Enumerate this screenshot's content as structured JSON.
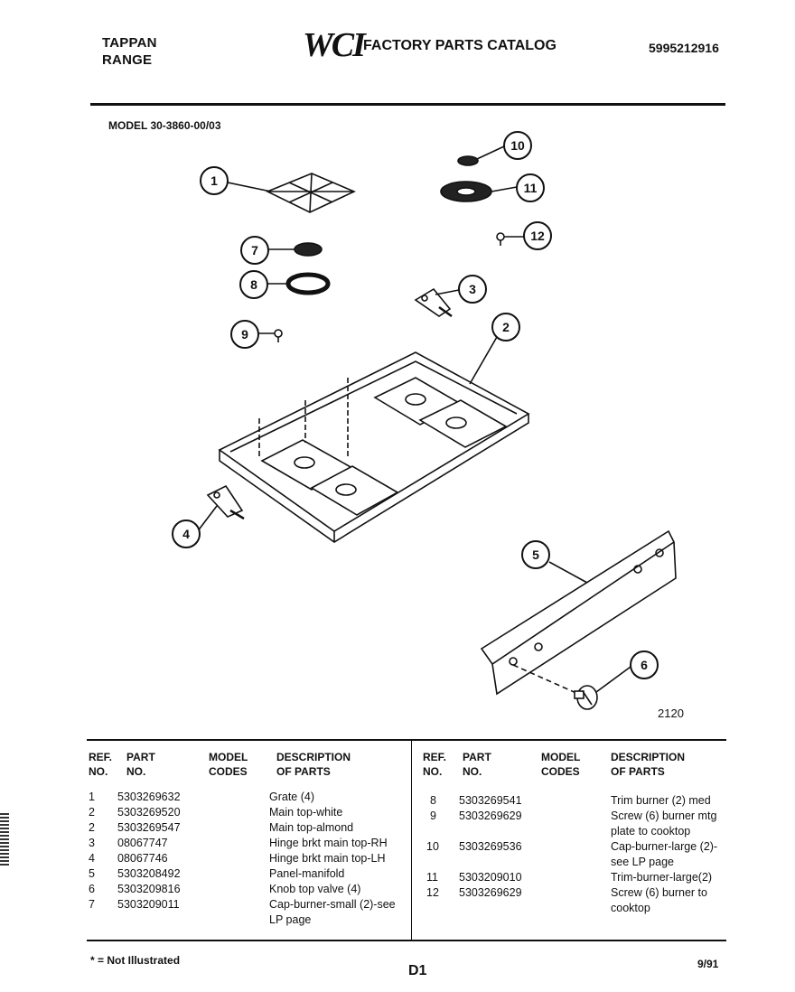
{
  "header": {
    "brand_line1": "TAPPAN",
    "brand_line2": "RANGE",
    "logo": "WCI",
    "catalog_title": "FACTORY PARTS CATALOG",
    "catalog_number": "5995212916"
  },
  "model": "MODEL 30-3860-00/03",
  "diagram": {
    "figure_number": "2120",
    "callouts": [
      "1",
      "2",
      "3",
      "4",
      "5",
      "6",
      "7",
      "8",
      "9",
      "10",
      "11",
      "12"
    ]
  },
  "table": {
    "headers": {
      "ref": "REF.\nNO.",
      "part": "PART\nNO.",
      "model_codes": "MODEL\nCODES",
      "description": "DESCRIPTION\nOF PARTS"
    },
    "left_rows": [
      {
        "ref": "1",
        "part": "5303269632",
        "desc": "Grate (4)"
      },
      {
        "ref": "2",
        "part": "5303269520",
        "desc": "Main top-white"
      },
      {
        "ref": "2",
        "part": "5303269547",
        "desc": "Main top-almond"
      },
      {
        "ref": "3",
        "part": "08067747",
        "desc": "Hinge brkt main top-RH"
      },
      {
        "ref": "4",
        "part": "08067746",
        "desc": "Hinge brkt main top-LH"
      },
      {
        "ref": "5",
        "part": "5303208492",
        "desc": "Panel-manifold"
      },
      {
        "ref": "6",
        "part": "5303209816",
        "desc": "Knob top valve (4)"
      },
      {
        "ref": "7",
        "part": "5303209011",
        "desc": "Cap-burner-small (2)-see LP page"
      }
    ],
    "right_rows": [
      {
        "ref": "8",
        "part": "5303269541",
        "desc": "Trim burner (2) med"
      },
      {
        "ref": "9",
        "part": "5303269629",
        "desc": "Screw (6) burner mtg plate to cooktop"
      },
      {
        "ref": "10",
        "part": "5303269536",
        "desc": "Cap-burner-large (2)-see LP page"
      },
      {
        "ref": "11",
        "part": "5303209010",
        "desc": "Trim-burner-large(2)"
      },
      {
        "ref": "12",
        "part": "5303269629",
        "desc": "Screw (6) burner to cooktop"
      }
    ]
  },
  "footer": {
    "footnote": "* = Not Illustrated",
    "page": "D1",
    "date": "9/91"
  }
}
